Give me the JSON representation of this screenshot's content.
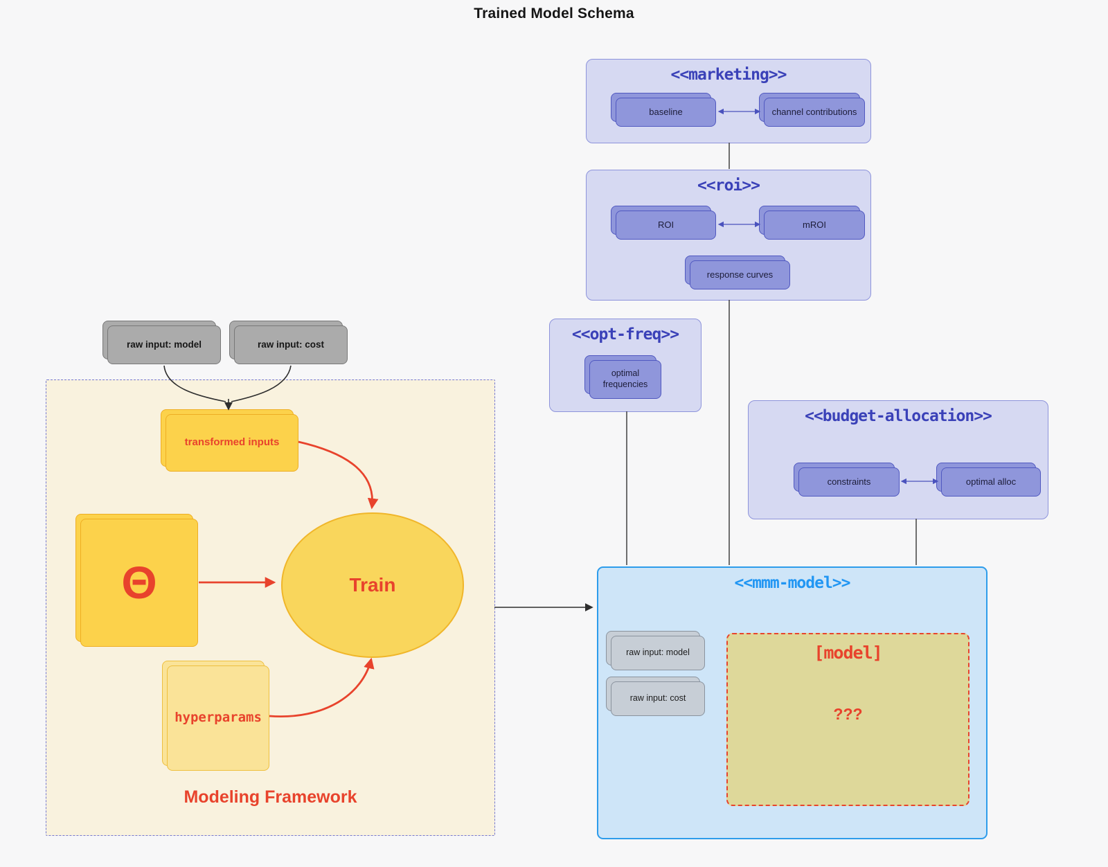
{
  "title": "Trained Model Schema",
  "inputs": {
    "raw_model": "raw input: model",
    "raw_cost": "raw input: cost"
  },
  "marketing": {
    "title": "<<marketing>>",
    "baseline": "baseline",
    "channel": "channel contributions"
  },
  "roi": {
    "title": "<<roi>>",
    "roi": "ROI",
    "mroi": "mROI",
    "response": "response curves"
  },
  "optfreq": {
    "title": "<<opt-freq>>",
    "frequencies": "optimal frequencies"
  },
  "budget": {
    "title": "<<budget-allocation>>",
    "constraints": "constraints",
    "alloc": "optimal alloc"
  },
  "mmm": {
    "title": "<<mmm-model>>",
    "raw_model": "raw input: model",
    "raw_cost": "raw input: cost",
    "model": "[model]",
    "unknown": "???"
  },
  "framework": {
    "label": "Modeling Framework",
    "transformed": "transformed inputs",
    "theta": "Θ",
    "train": "Train",
    "hyperparams": "hyperparams"
  },
  "colors": {
    "accent_red": "#e8432c",
    "indigo_title": "#3a41b8",
    "blue_title": "#2196f3",
    "lavender_fill": "#d6d9f2",
    "purple_node": "#8f96db",
    "yellow_node": "#fcd24b",
    "khaki_fill": "#ded89a",
    "blue_fill": "#cee5f8"
  }
}
